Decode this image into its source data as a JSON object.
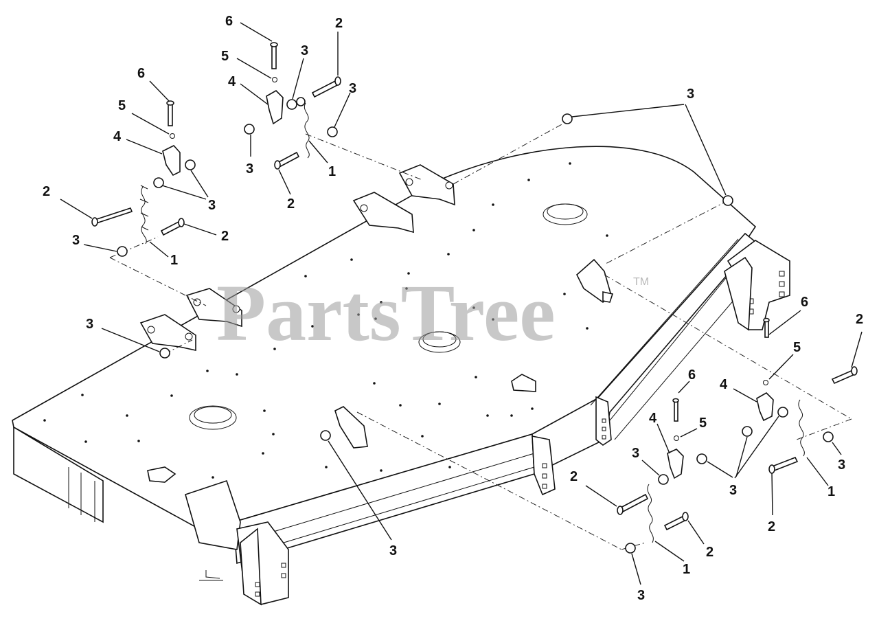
{
  "watermark": {
    "text": "PartsTree",
    "trademark": "TM"
  },
  "callouts": {
    "c6a": "6",
    "c5a": "5",
    "c4a": "4",
    "c3a": "3",
    "c2a": "2",
    "c3b": "3",
    "c3c": "3",
    "c1a": "1",
    "c2b": "2",
    "c3d": "3",
    "c6b": "6",
    "c5b": "5",
    "c4b": "4",
    "c2c": "2",
    "c3e": "3",
    "c3f": "3",
    "c2d": "2",
    "c1b": "1",
    "c3g": "3",
    "c3h": "3",
    "c6c": "6",
    "c5c": "5",
    "c2e": "2",
    "c4c": "4",
    "c3i": "3",
    "c1c": "1",
    "c2f": "2",
    "c6d": "6",
    "c4d": "4",
    "c5d": "5",
    "c3j": "3",
    "c2g": "2",
    "c3k": "3",
    "c1d": "1",
    "c2h": "2",
    "c3l": "3"
  }
}
